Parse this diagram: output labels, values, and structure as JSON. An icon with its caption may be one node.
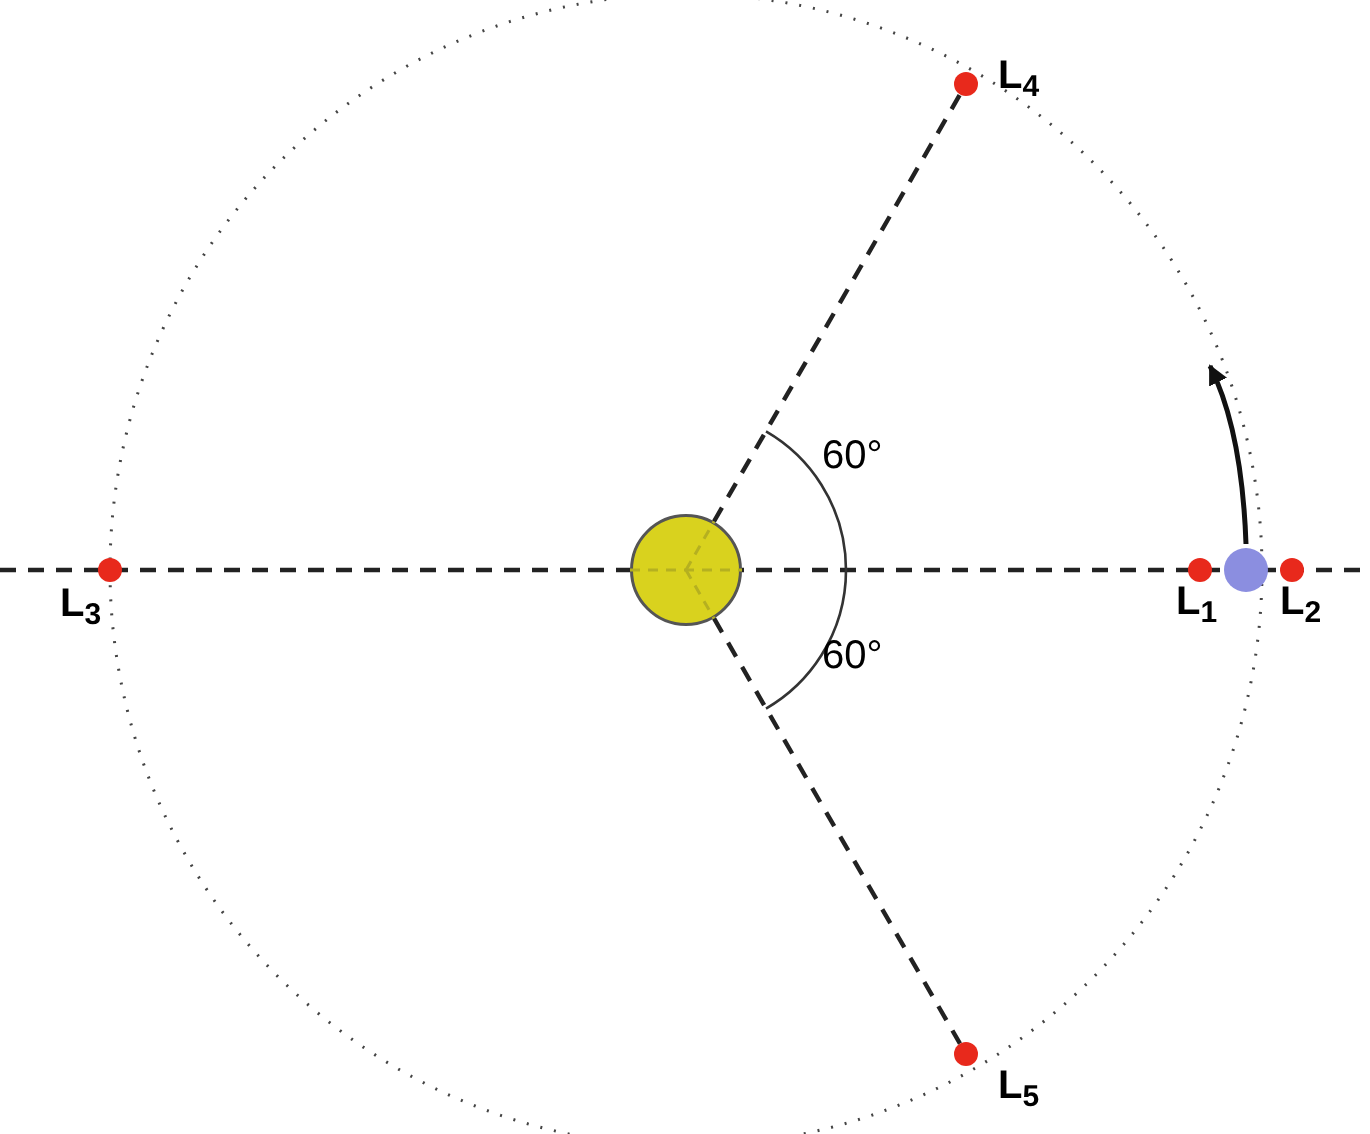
{
  "diagram": {
    "nodes": [
      {
        "text": [],
        "shape": "circle"
      },
      {
        "text": [],
        "shape": "circle"
      },
      {
        "text": [
          "L$_{1}$"
        ]
      },
      {
        "text": [
          "L$_{2}$"
        ]
      },
      {
        "text": [
          "L$_{3}$"
        ]
      },
      {
        "text": [
          "L$_{4}$"
        ]
      },
      {
        "text": [
          "L$_{5}$"
        ]
      }
    ],
    "edges": [
      {
        "from": 0,
        "to": 5,
        "arrow": "none",
        "style": "dashed"
      },
      {
        "from": 0,
        "to": 6,
        "arrow": "none",
        "style": "dashed"
      }
    ],
    "labels": [
      "60°",
      "60°"
    ]
  }
}
